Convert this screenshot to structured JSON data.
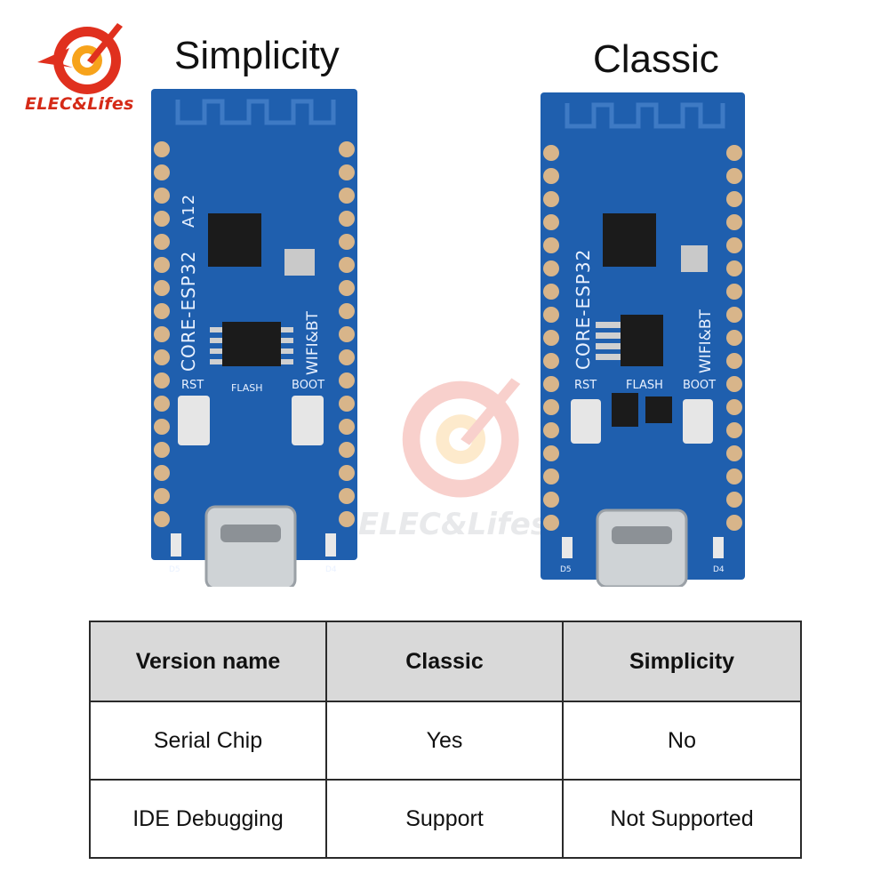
{
  "brand": {
    "name": "ELEC&Lifes",
    "watermark_text": "ELEC&Lifes",
    "accent_color": "#e0301e"
  },
  "versions": {
    "left_title": "Simplicity",
    "right_title": "Classic"
  },
  "board_labels": {
    "model": "CORE-ESP32",
    "wireless": "WIFI&BT",
    "rst": "RST",
    "flash": "FLASH",
    "boot": "BOOT",
    "d5": "D5",
    "d4": "D4",
    "a12": "A12"
  },
  "table": {
    "headers": [
      "Version name",
      "Classic",
      "Simplicity"
    ],
    "rows": [
      [
        "Serial Chip",
        "Yes",
        "No"
      ],
      [
        "IDE Debugging",
        "Support",
        "Not Supported"
      ]
    ]
  },
  "colors": {
    "pcb": "#1f5fae",
    "pad": "#d8b58a",
    "header_bg": "#d9d9d9"
  }
}
